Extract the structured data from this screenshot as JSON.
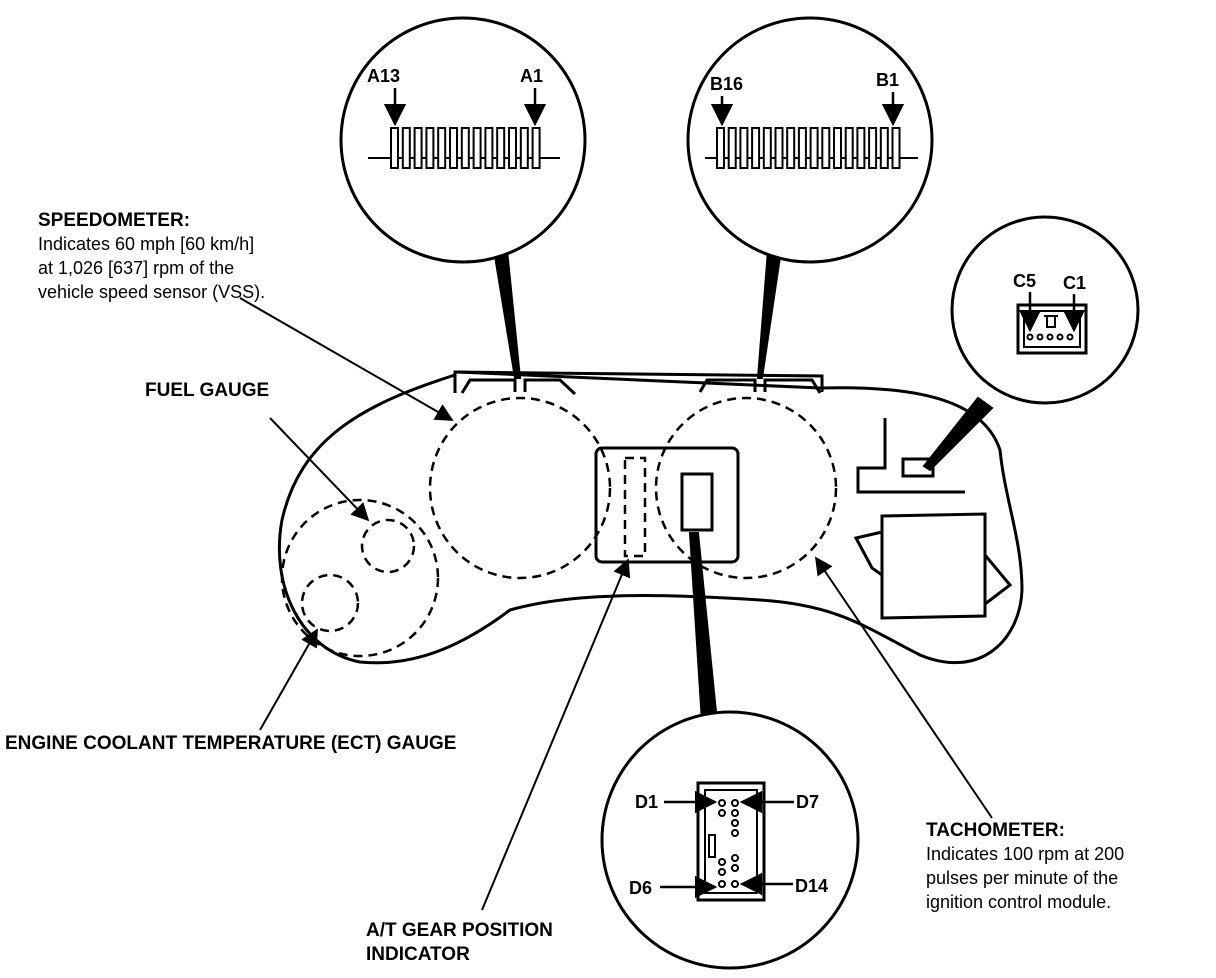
{
  "labels": {
    "speedometer_title": "SPEEDOMETER:",
    "speedometer_lines": [
      "Indicates 60 mph [60 km/h]",
      "at 1,026 [637] rpm of the",
      "vehicle speed sensor (VSS)."
    ],
    "fuel_gauge": "FUEL GAUGE",
    "ect_gauge": "ENGINE COOLANT TEMPERATURE (ECT) GAUGE",
    "gear_indicator_lines": [
      "A/T GEAR POSITION",
      "INDICATOR"
    ],
    "tachometer_title": "TACHOMETER:",
    "tachometer_lines": [
      "Indicates 100 rpm at 200",
      "pulses per minute of the",
      "ignition control module."
    ]
  },
  "connectors": {
    "a": {
      "left_pin": "A13",
      "right_pin": "A1"
    },
    "b": {
      "left_pin": "B16",
      "right_pin": "B1"
    },
    "c": {
      "left_pin": "C5",
      "right_pin": "C1"
    },
    "d": {
      "top_left": "D1",
      "top_right": "D7",
      "bottom_left": "D6",
      "bottom_right": "D14"
    }
  }
}
